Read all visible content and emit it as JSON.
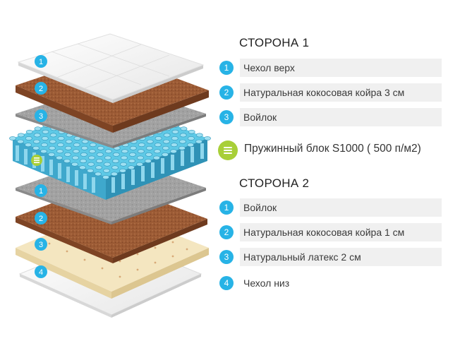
{
  "side1": {
    "title": "СТОРОНА 1",
    "items": [
      {
        "num": "1",
        "label": "Чехол верх"
      },
      {
        "num": "2",
        "label": "Натуральная кокосовая койра 3 см"
      },
      {
        "num": "3",
        "label": "Войлок"
      }
    ]
  },
  "spring": {
    "label": "Пружинный блок S1000 ( 500 п/м2)",
    "icon": "spring-block-icon"
  },
  "side2": {
    "title": "СТОРОНА 2",
    "items": [
      {
        "num": "1",
        "label": "Войлок"
      },
      {
        "num": "2",
        "label": "Натуральная кокосовая койра 1 см"
      },
      {
        "num": "3",
        "label": "Натуральный латекс 2 см"
      },
      {
        "num": "4",
        "label": "Чехол низ"
      }
    ]
  },
  "stack_markers": {
    "top": [
      "1",
      "2",
      "3"
    ],
    "bottom": [
      "1",
      "2",
      "3",
      "4"
    ]
  },
  "colors": {
    "accent_blue": "#27b3e6",
    "accent_green": "#a8cf38",
    "coir": "#9a5a34",
    "felt": "#9e9e9e",
    "latex": "#f4e6c0",
    "cover": "#f4f4f4",
    "spring": "#5ec9e6",
    "label_bg": "#f0f0f0"
  }
}
